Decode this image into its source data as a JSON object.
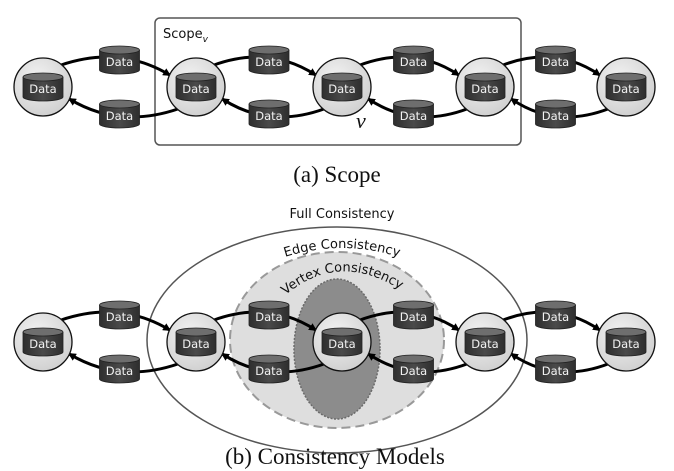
{
  "panel_a": {
    "caption": "(a) Scope",
    "scope_label": "Scope",
    "scope_subscript": "v",
    "vertex_label": "v"
  },
  "panel_b": {
    "caption": "(b) Consistency Models",
    "full_label": "Full Consistency",
    "edge_label": "Edge Consistency",
    "vertex_label": "Vertex Consistency"
  },
  "graph": {
    "vertex_data_label": "Data",
    "edge_data_label": "Data",
    "vertex_count": 5,
    "edges": [
      {
        "from": 0,
        "to": 1,
        "forward": "Data",
        "backward": "Data"
      },
      {
        "from": 1,
        "to": 2,
        "forward": "Data",
        "backward": "Data"
      },
      {
        "from": 2,
        "to": 3,
        "forward": "Data",
        "backward": "Data"
      },
      {
        "from": 3,
        "to": 4,
        "forward": "Data",
        "backward": "Data"
      }
    ]
  },
  "colors": {
    "node_fill": "#e3e3e3",
    "cylinder_fill": "#3d3d3d",
    "cylinder_top": "#6a6a6a",
    "edge_consistency_fill": "#dcdcdc",
    "vertex_consistency_fill": "#8a8a8a"
  }
}
